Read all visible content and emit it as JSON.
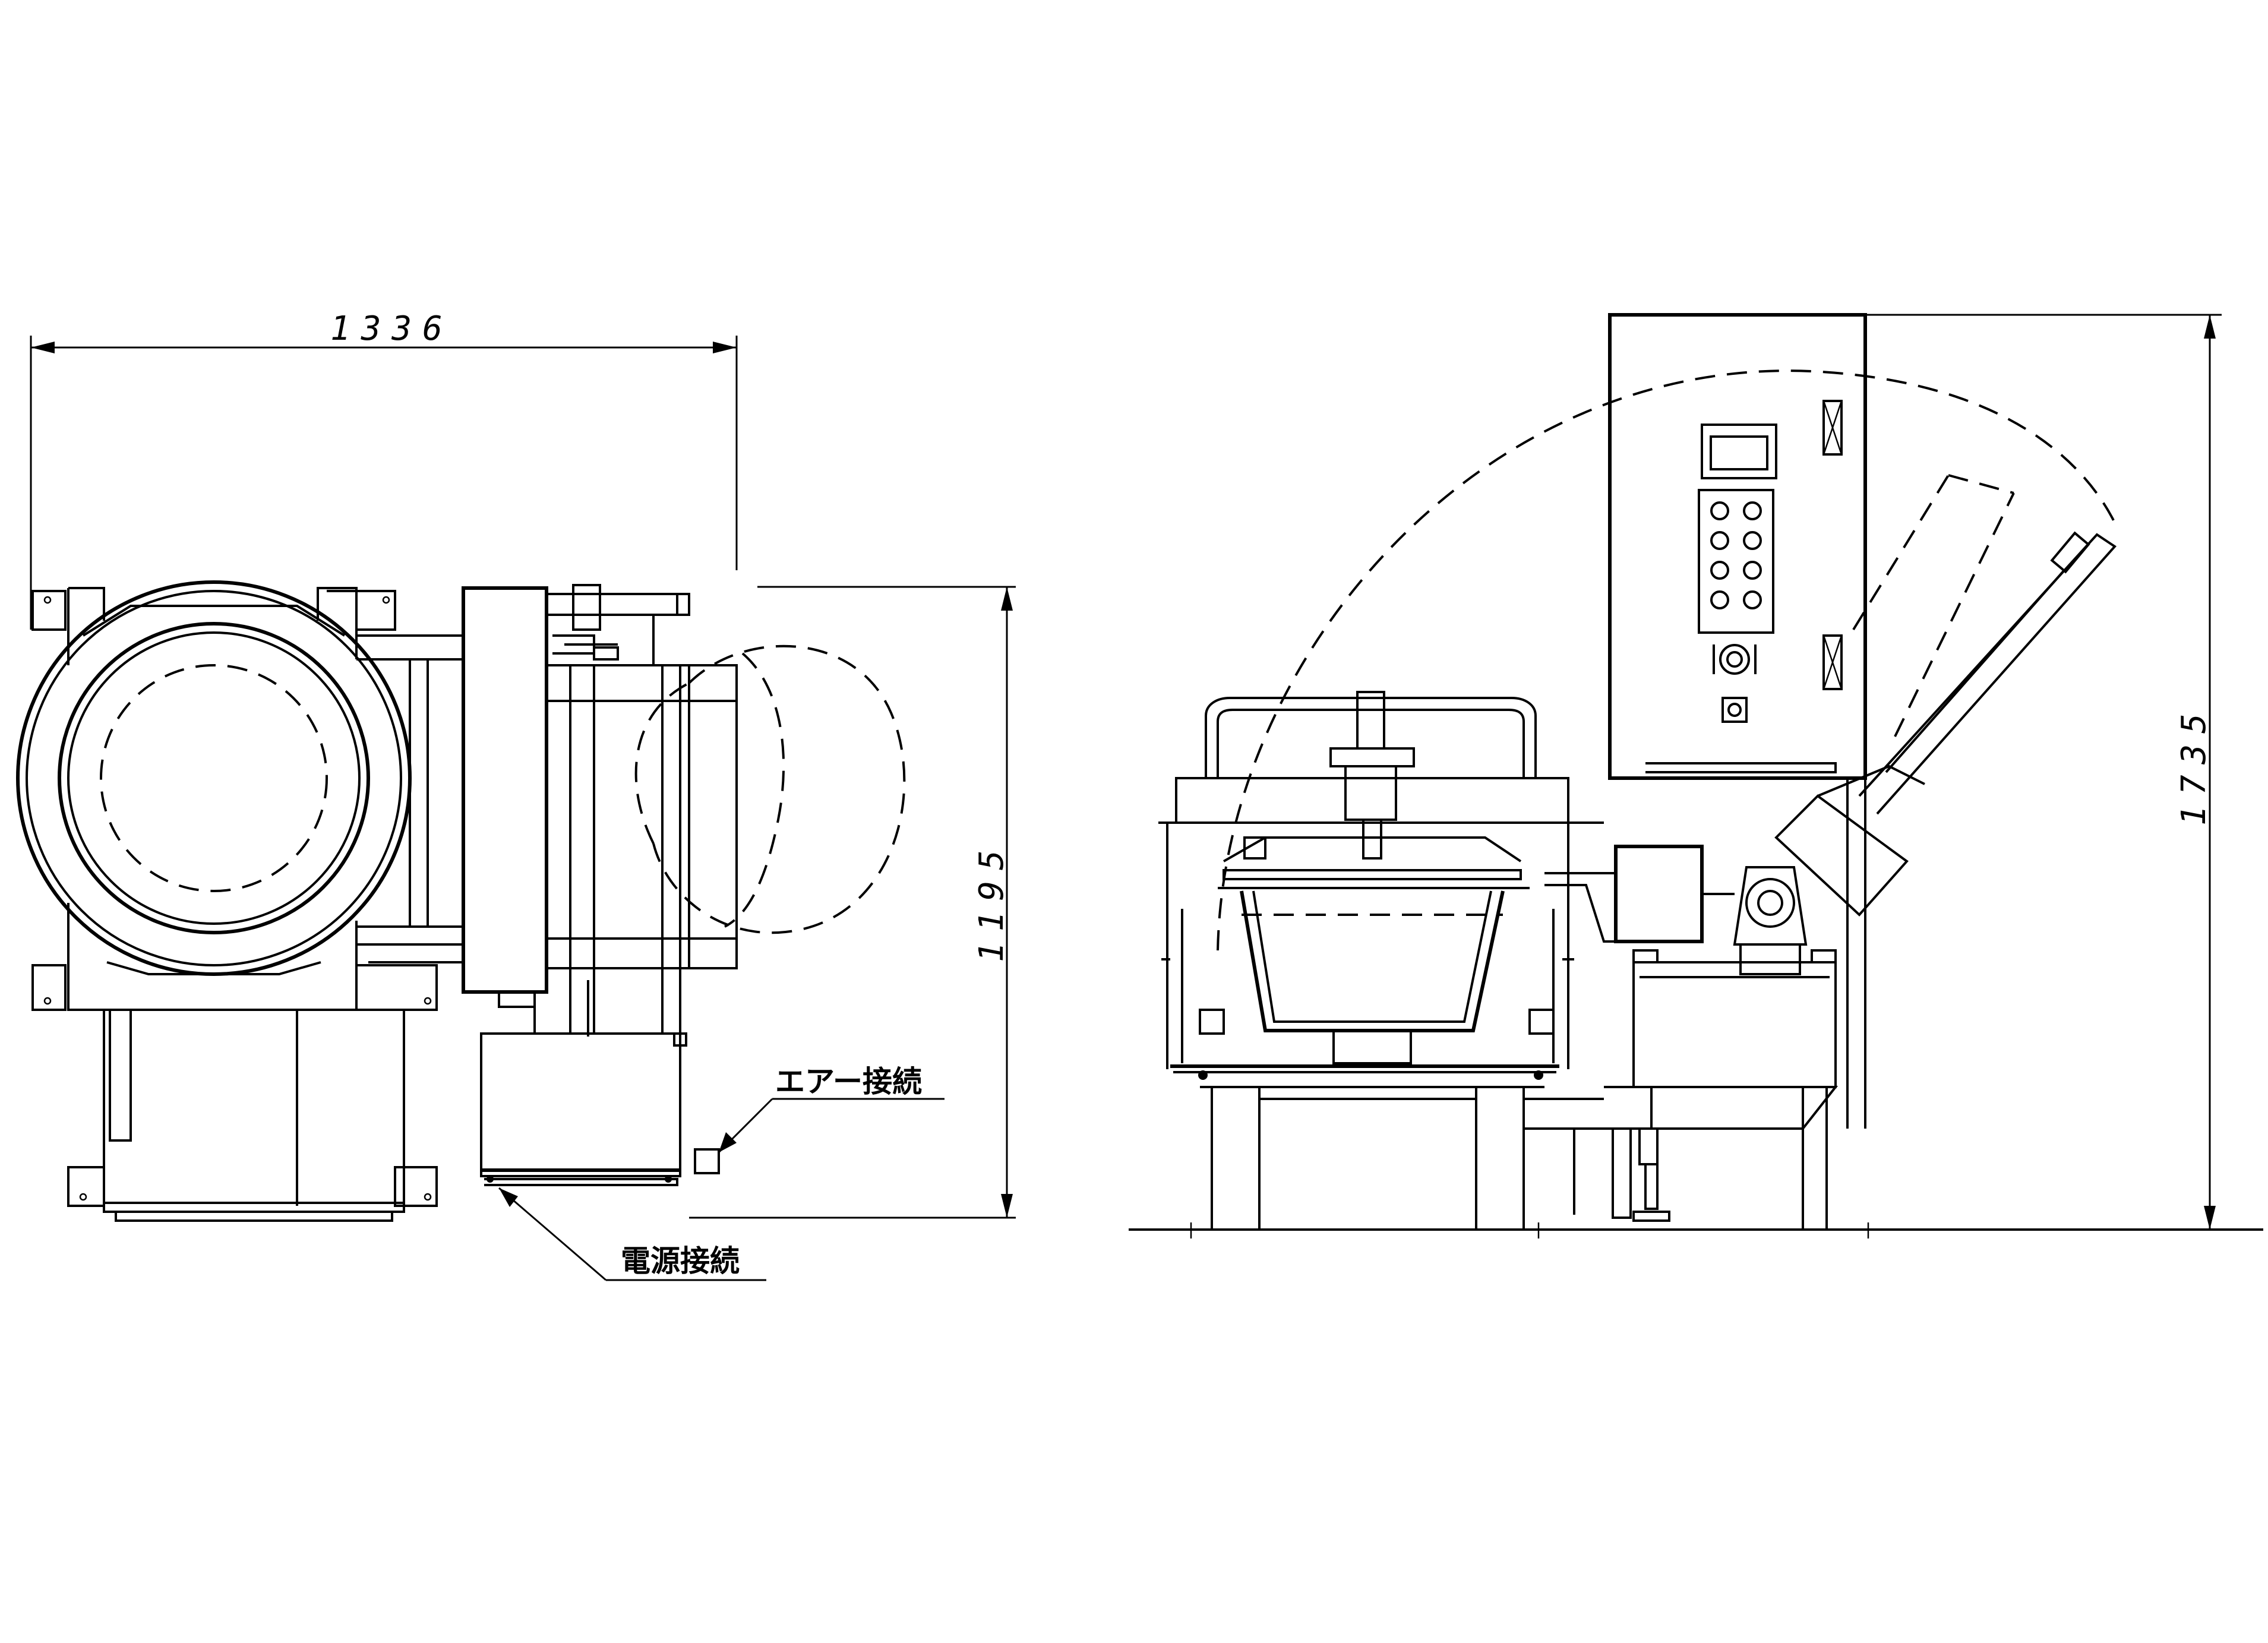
{
  "dimensions": {
    "width_top_view": "1336",
    "depth_top_view": "1195",
    "height_side_view": "1735"
  },
  "labels": {
    "air_connection": "エアー接続",
    "power_connection": "電源接続"
  }
}
